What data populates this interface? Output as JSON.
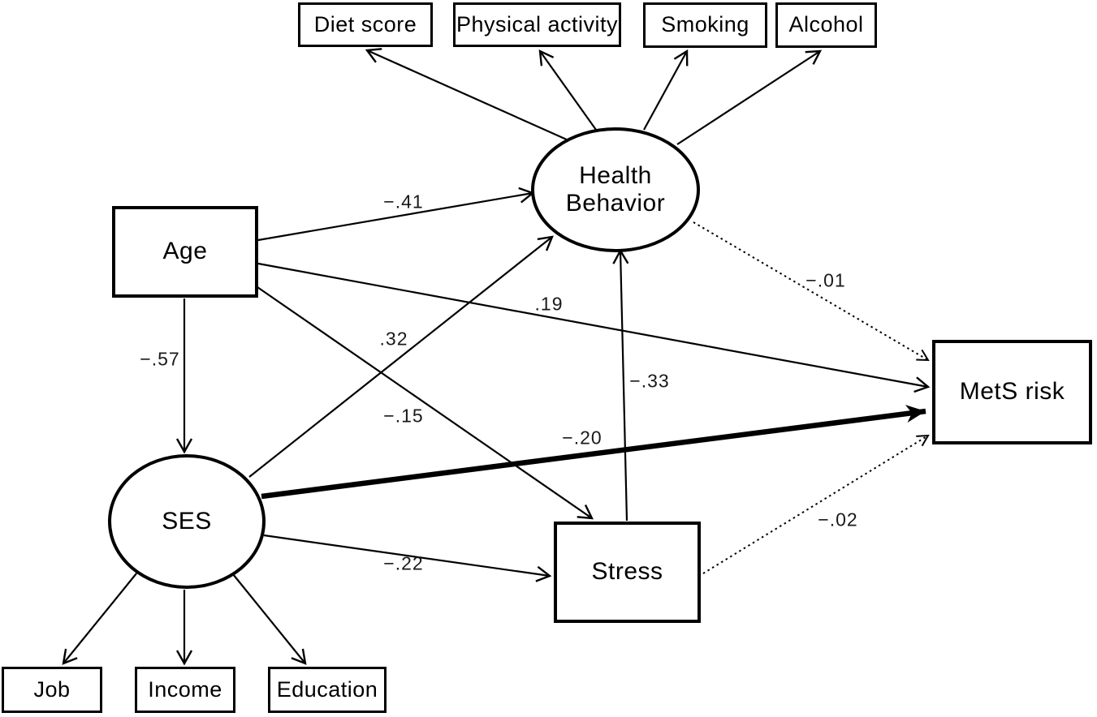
{
  "figure": {
    "type": "sem-path-diagram",
    "background": "#ffffff",
    "line_color": "#000000"
  },
  "nodes": {
    "diet_score": {
      "label": "Diet score",
      "shape": "rect",
      "role": "indicator"
    },
    "physical_activity": {
      "label": "Physical activity",
      "shape": "rect",
      "role": "indicator"
    },
    "smoking": {
      "label": "Smoking",
      "shape": "rect",
      "role": "indicator"
    },
    "alcohol": {
      "label": "Alcohol",
      "shape": "rect",
      "role": "indicator"
    },
    "health_behavior": {
      "label": "Health Behavior",
      "shape": "ellipse",
      "role": "latent"
    },
    "age": {
      "label": "Age",
      "shape": "rect",
      "role": "observed"
    },
    "ses": {
      "label": "SES",
      "shape": "ellipse",
      "role": "latent"
    },
    "stress": {
      "label": "Stress",
      "shape": "rect",
      "role": "observed"
    },
    "mets_risk": {
      "label": "MetS risk",
      "shape": "rect",
      "role": "outcome"
    },
    "job": {
      "label": "Job",
      "shape": "rect",
      "role": "indicator"
    },
    "income": {
      "label": "Income",
      "shape": "rect",
      "role": "indicator"
    },
    "education": {
      "label": "Education",
      "shape": "rect",
      "role": "indicator"
    }
  },
  "edges": {
    "age_to_health_behavior": {
      "from": "Age",
      "to": "Health Behavior",
      "coef": "−.41",
      "style": "solid"
    },
    "age_to_ses": {
      "from": "Age",
      "to": "SES",
      "coef": "−.57",
      "style": "solid"
    },
    "age_to_mets_risk": {
      "from": "Age",
      "to": "MetS risk",
      "coef": ".19",
      "style": "solid"
    },
    "age_to_stress": {
      "from": "Age",
      "to": "Stress",
      "coef": "−.15",
      "style": "solid"
    },
    "ses_to_health_behavior": {
      "from": "SES",
      "to": "Health Behavior",
      "coef": ".32",
      "style": "solid"
    },
    "ses_to_mets_risk": {
      "from": "SES",
      "to": "MetS risk",
      "coef": "−.20",
      "style": "solid-thick"
    },
    "ses_to_stress": {
      "from": "SES",
      "to": "Stress",
      "coef": "−.22",
      "style": "solid"
    },
    "stress_to_health_behavior": {
      "from": "Stress",
      "to": "Health Behavior",
      "coef": "−.33",
      "style": "solid"
    },
    "health_behavior_to_mets_risk": {
      "from": "Health Behavior",
      "to": "MetS risk",
      "coef": "−.01",
      "style": "dotted"
    },
    "stress_to_mets_risk": {
      "from": "Stress",
      "to": "MetS risk",
      "coef": "−.02",
      "style": "dotted"
    },
    "health_behavior_to_diet_score": {
      "from": "Health Behavior",
      "to": "Diet score",
      "coef": "",
      "style": "solid"
    },
    "health_behavior_to_physical_activity": {
      "from": "Health Behavior",
      "to": "Physical activity",
      "coef": "",
      "style": "solid"
    },
    "health_behavior_to_smoking": {
      "from": "Health Behavior",
      "to": "Smoking",
      "coef": "",
      "style": "solid"
    },
    "health_behavior_to_alcohol": {
      "from": "Health Behavior",
      "to": "Alcohol",
      "coef": "",
      "style": "solid"
    },
    "ses_to_job": {
      "from": "SES",
      "to": "Job",
      "coef": "",
      "style": "solid"
    },
    "ses_to_income": {
      "from": "SES",
      "to": "Income",
      "coef": "",
      "style": "solid"
    },
    "ses_to_education": {
      "from": "SES",
      "to": "Education",
      "coef": "",
      "style": "solid"
    }
  }
}
